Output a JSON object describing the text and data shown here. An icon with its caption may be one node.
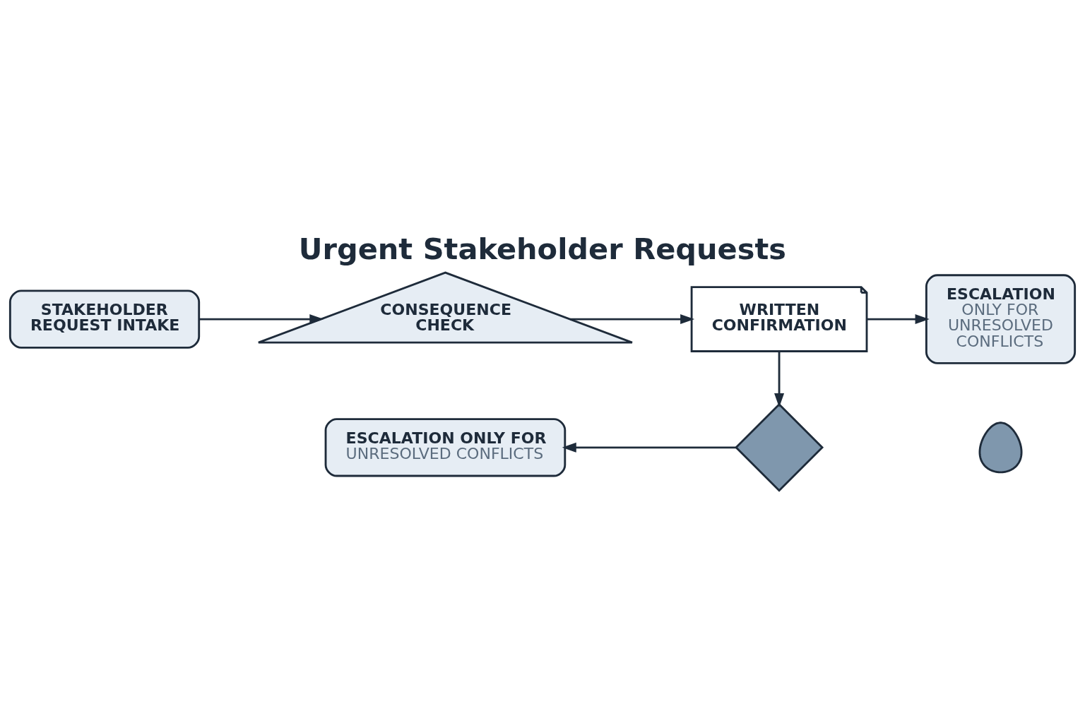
{
  "diagram": {
    "title": "Urgent Stakeholder Requests",
    "nodes": [
      {
        "text": [
          "STAKEHOLDER REQUEST INTAKE"
        ]
      },
      {
        "text": [
          "CONSEQUENCE CHECK"
        ]
      },
      {
        "text": [
          "WRITTEN CONFIRMATION"
        ]
      },
      {
        "text": [
          "ESCALATION",
          "ONLY FOR UNRESOLVED CONFLICTS"
        ]
      },
      {
        "text": [],
        "shape": "diamond"
      },
      {
        "text": [],
        "shape": "person"
      },
      {
        "text": [
          "ESCALATION ONLY FOR",
          "UNRESOLVED CONFLICTS"
        ]
      }
    ],
    "edges": [
      {
        "from": 0,
        "to": 1,
        "arrow": "to"
      },
      {
        "from": 1,
        "to": 2,
        "arrow": "to"
      },
      {
        "from": 2,
        "to": 3,
        "arrow": "to"
      },
      {
        "from": 2,
        "to": 4,
        "arrow": "to"
      },
      {
        "from": 4,
        "to": 6,
        "arrow": "to"
      }
    ]
  }
}
